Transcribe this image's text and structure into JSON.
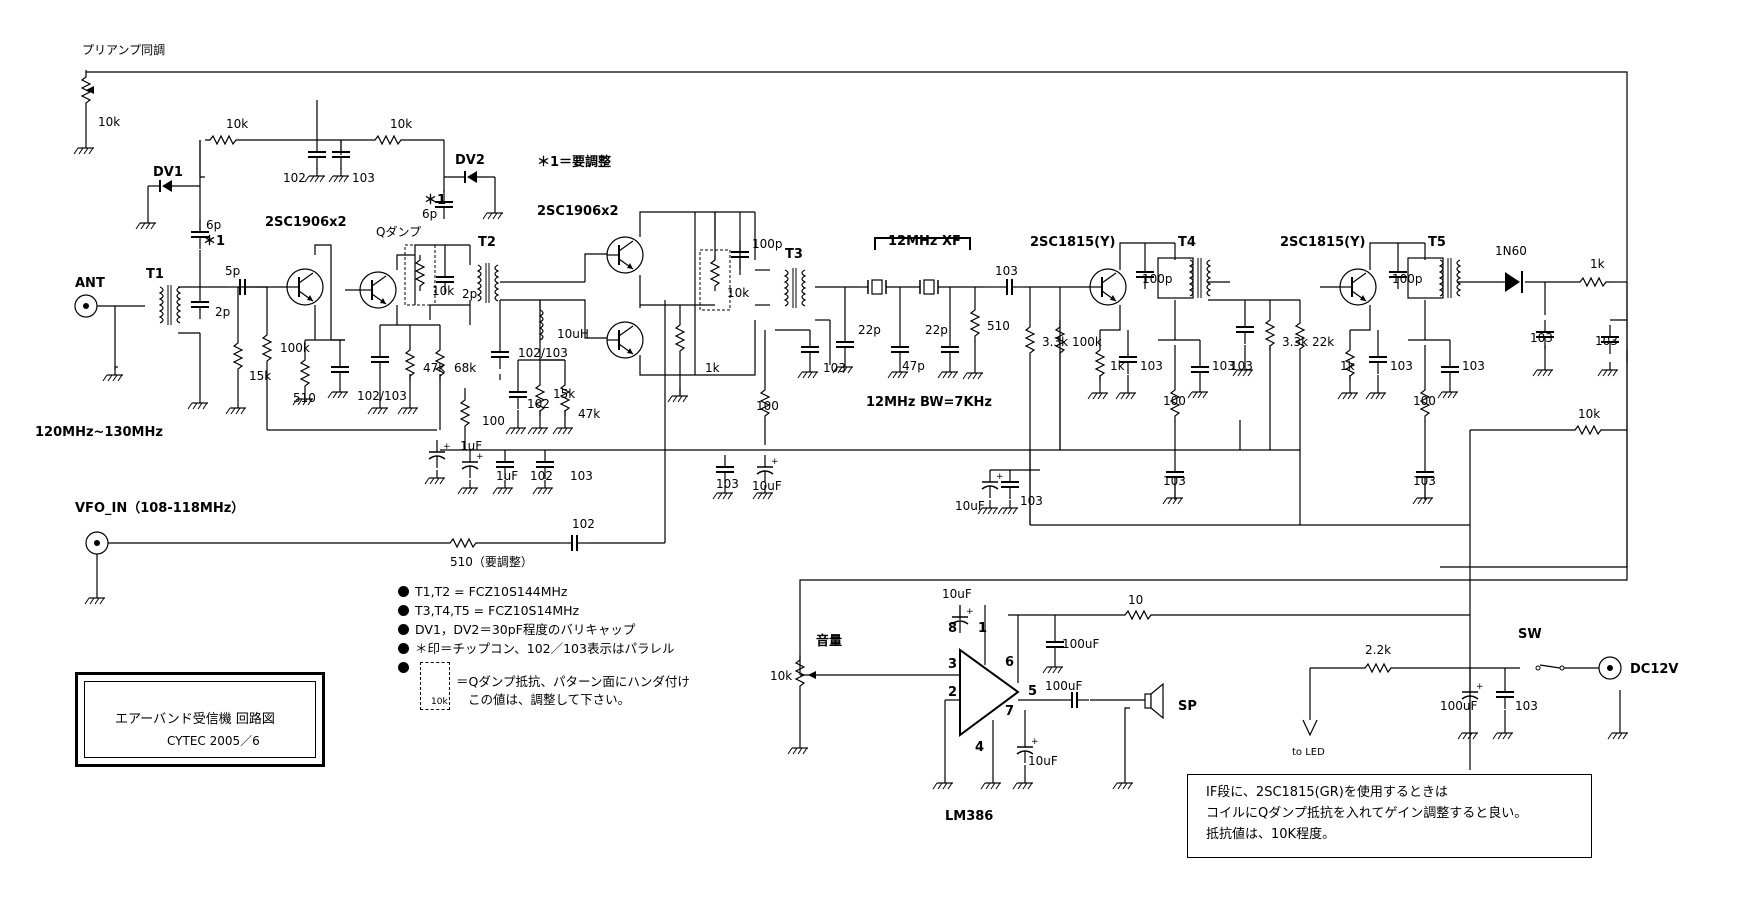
{
  "labels": {
    "preamp_tuning": "プリアンプ同調",
    "r_10k_pot": "10k",
    "r_10k_a": "10k",
    "r_10k_b": "10k",
    "dv1": "DV1",
    "dv2": "DV2",
    "adjust_note": "＊1＝要調整",
    "c102_top": "102",
    "c103_top": "103",
    "c6p_a": "6p",
    "c6p_a_mark": "＊1",
    "c6p_b": "6p",
    "c6p_b_mark": "＊1",
    "tr_2sc1906x2_a": "2SC1906x2",
    "tr_2sc1906x2_b": "2SC1906x2",
    "q_damp": "Qダンプ",
    "t1": "T1",
    "t2": "T2",
    "t3": "T3",
    "t4": "T4",
    "t5": "T5",
    "ant": "ANT",
    "c5p": "5p",
    "c2p_a": "2p",
    "c2p_b": "2p",
    "r100k_a": "100k",
    "r15k_a": "15k",
    "r510_a": "510",
    "c102_103_a": "102/103",
    "r47k_a": "47k",
    "r68k": "68k",
    "r10k_damp": "10k",
    "c102_103_b": "102/103",
    "l10uh": "10uH",
    "r15k_b": "15k",
    "r47k_b": "47k",
    "c102_mid": "102",
    "r100_a": "100",
    "c1uf_a": "1uF",
    "c1uf_b": "1uF",
    "c102_low": "102",
    "c103_low": "103",
    "freq_range": "120MHz~130MHz",
    "vfo_in": "VFO_IN（108-118MHz）",
    "r510_adj": "510（要調整）",
    "c102_vfo": "102",
    "c100p_a": "100p",
    "r10k_damp2": "10k",
    "r1k_a": "1k",
    "c103_t3": "103",
    "r100_b": "100",
    "c103_b": "103",
    "c10uf_a": "10uF",
    "xf_label": "12MHz XF",
    "c22p_a": "22p",
    "c47p": "47p",
    "c22p_b": "22p",
    "c103_xf": "103",
    "r510_b": "510",
    "bw": "12MHz   BW=7KHz",
    "tr_2sc1815_a": "2SC1815(Y)",
    "tr_2sc1815_b": "2SC1815(Y)",
    "r3_3k_a": "3.3k",
    "r100k_b": "100k",
    "r1k_b": "1k",
    "c103_c": "103",
    "c100p_b": "100p",
    "r100_c": "100",
    "c103_d": "103",
    "c103_e": "103",
    "r3_3k_b": "3.3k",
    "r22k": "22k",
    "c103_f": "103",
    "c10uf_b": "10uF",
    "c103_g": "103",
    "r1k_c": "1k",
    "c103_h": "103",
    "c100p_c": "100p",
    "r100_d": "100",
    "c103_i": "103",
    "c103_j": "103",
    "d1n60": "1N60",
    "r1k_d": "1k",
    "c103_k": "103",
    "c103_l": "103",
    "r10k_c": "10k",
    "volume": "音量",
    "r10k_vol": "10k",
    "c10uf_c": "10uF",
    "pin8": "8",
    "pin1": "1",
    "pin3": "3",
    "pin2": "2",
    "pin4": "4",
    "pin6": "6",
    "pin5": "5",
    "pin7": "7",
    "c100uf_a": "100uF",
    "c100uf_b": "100uF",
    "r10": "10",
    "c10uf_d": "10uF",
    "lm386": "LM386",
    "sp": "SP",
    "sw": "SW",
    "r2_2k": "2.2k",
    "c100uf_c": "100uF",
    "c103_m": "103",
    "dc12v": "DC12V",
    "to_led": "to LED"
  },
  "notes": [
    "T1,T2 = FCZ10S144MHz",
    "T3,T4,T5 = FCZ10S14MHz",
    "DV1，DV2＝30pF程度のバリキャップ",
    "＊印＝チップコン、102／103表示はパラレル",
    "＝Qダンプ抵抗、パターン面にハンダ付け",
    "この値は、調整して下さい。"
  ],
  "note_legend_r": "10k",
  "title_block": {
    "title": "エアーバンド受信機  回路図",
    "author_date": "CYTEC    2005／6"
  },
  "if_note": [
    "IF段に、2SC1815(GR)を使用するときは",
    "コイルにQダンプ抵抗を入れてゲイン調整すると良い。",
    "抵抗値は、10K程度。"
  ]
}
